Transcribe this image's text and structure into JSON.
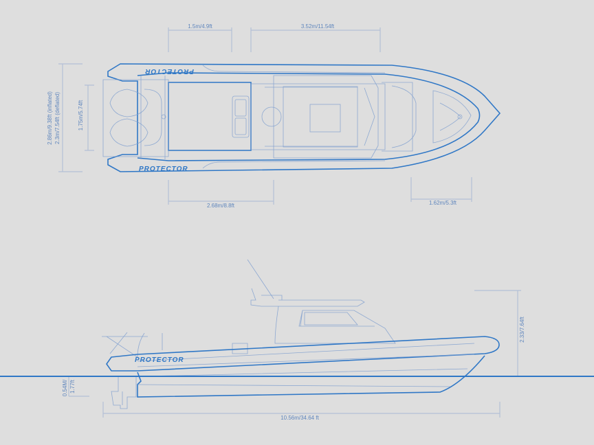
{
  "brand": {
    "logo_text": "PROTECTOR"
  },
  "colors": {
    "background": "#dedede",
    "hull_line": "#2f77c6",
    "detail_line": "#7f9fcf",
    "dimension_line": "#b3c0d6",
    "waterline": "#2f77c6"
  },
  "top_view": {
    "dims": {
      "stern_section": "1.5m/4.9ft",
      "console_section": "3.52m/11.54ft",
      "beam_inflated": "2.86m/9.38ft (inflated)",
      "beam_deflated": "2.3m/7.54ft (deflated)",
      "inner_beam": "1.75m/5.74ft",
      "deck_length": "2.68m/8.8ft",
      "bow_section": "1.62m/5.3ft"
    }
  },
  "side_view": {
    "dims": {
      "height": "2.33/7.64ft",
      "draft_m": "0.54M/",
      "draft_ft": "1.77ft",
      "length_overall": "10.56m/34.64 ft"
    }
  }
}
